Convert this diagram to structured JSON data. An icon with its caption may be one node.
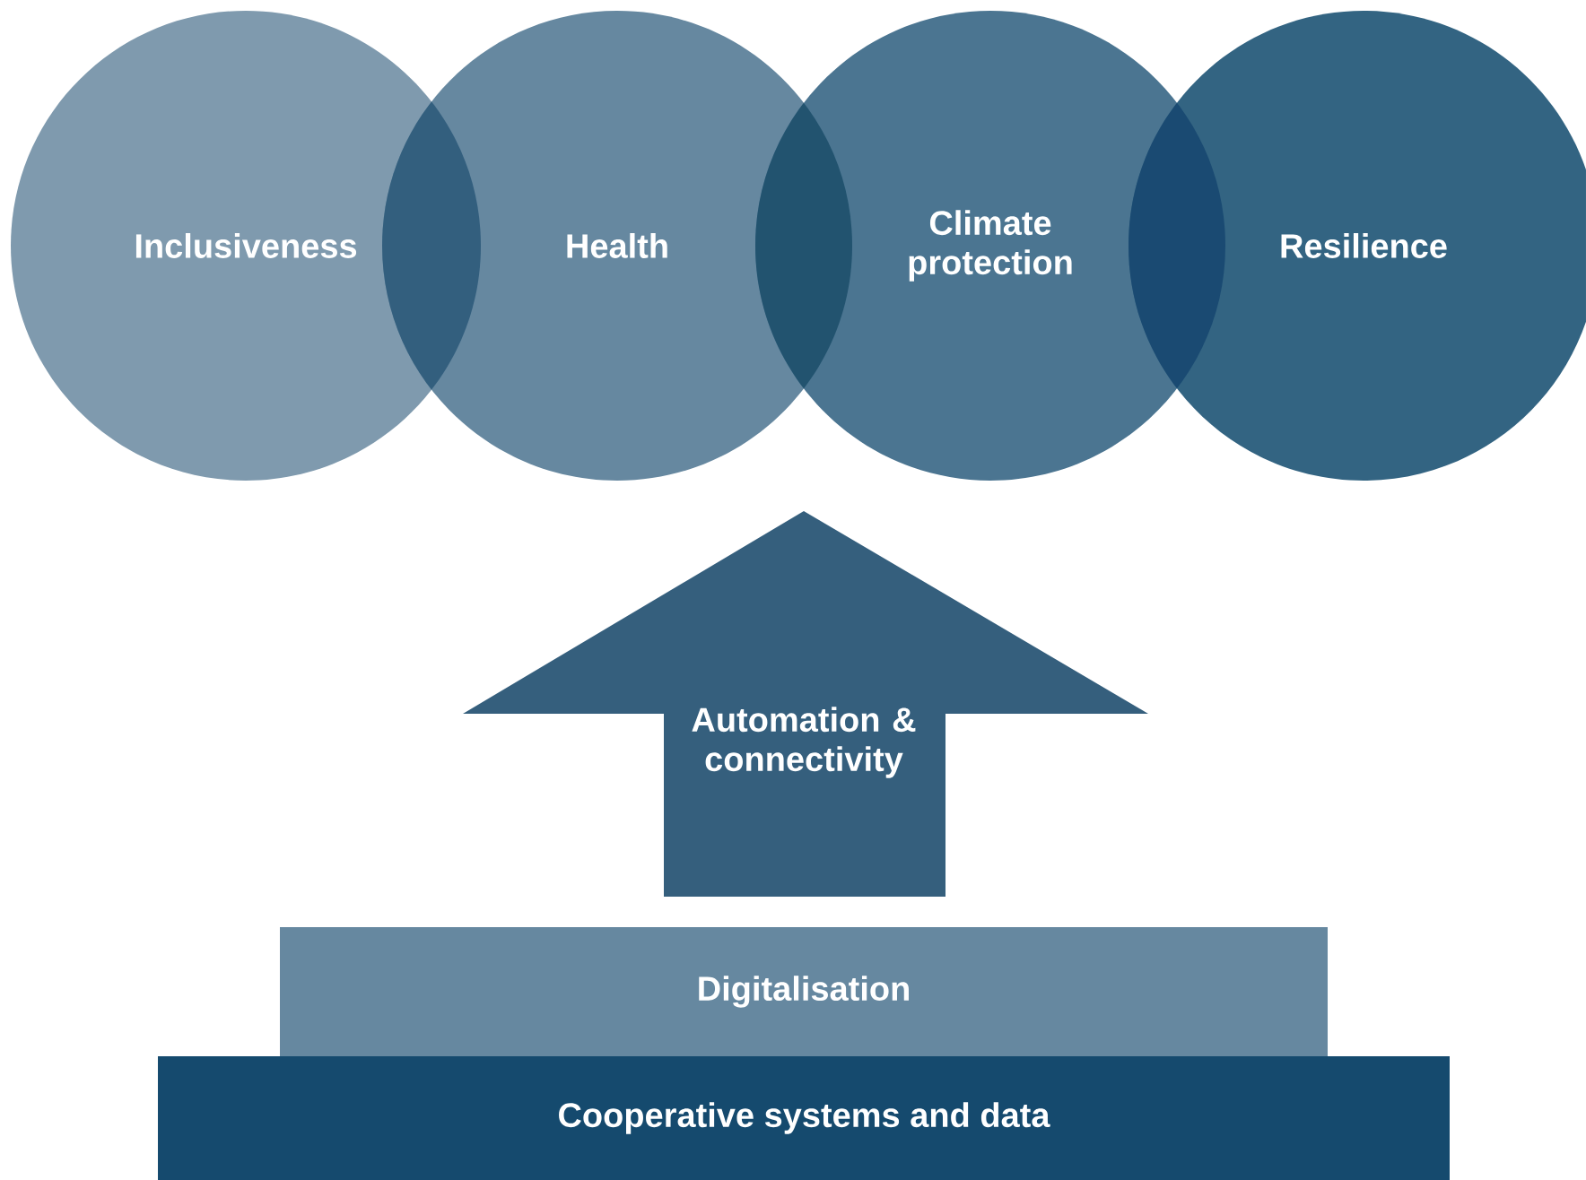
{
  "diagram": {
    "nodes": [
      {
        "text": [
          "Inclusiveness"
        ]
      },
      {
        "text": [
          "Health"
        ]
      },
      {
        "text": [
          "Climate protection"
        ]
      },
      {
        "text": [
          "Resilience"
        ]
      },
      {
        "text": [
          "Automation & connectivity"
        ]
      },
      {
        "text": [
          "Digitalisation"
        ]
      },
      {
        "text": [
          "Cooperative systems and data"
        ]
      }
    ]
  }
}
